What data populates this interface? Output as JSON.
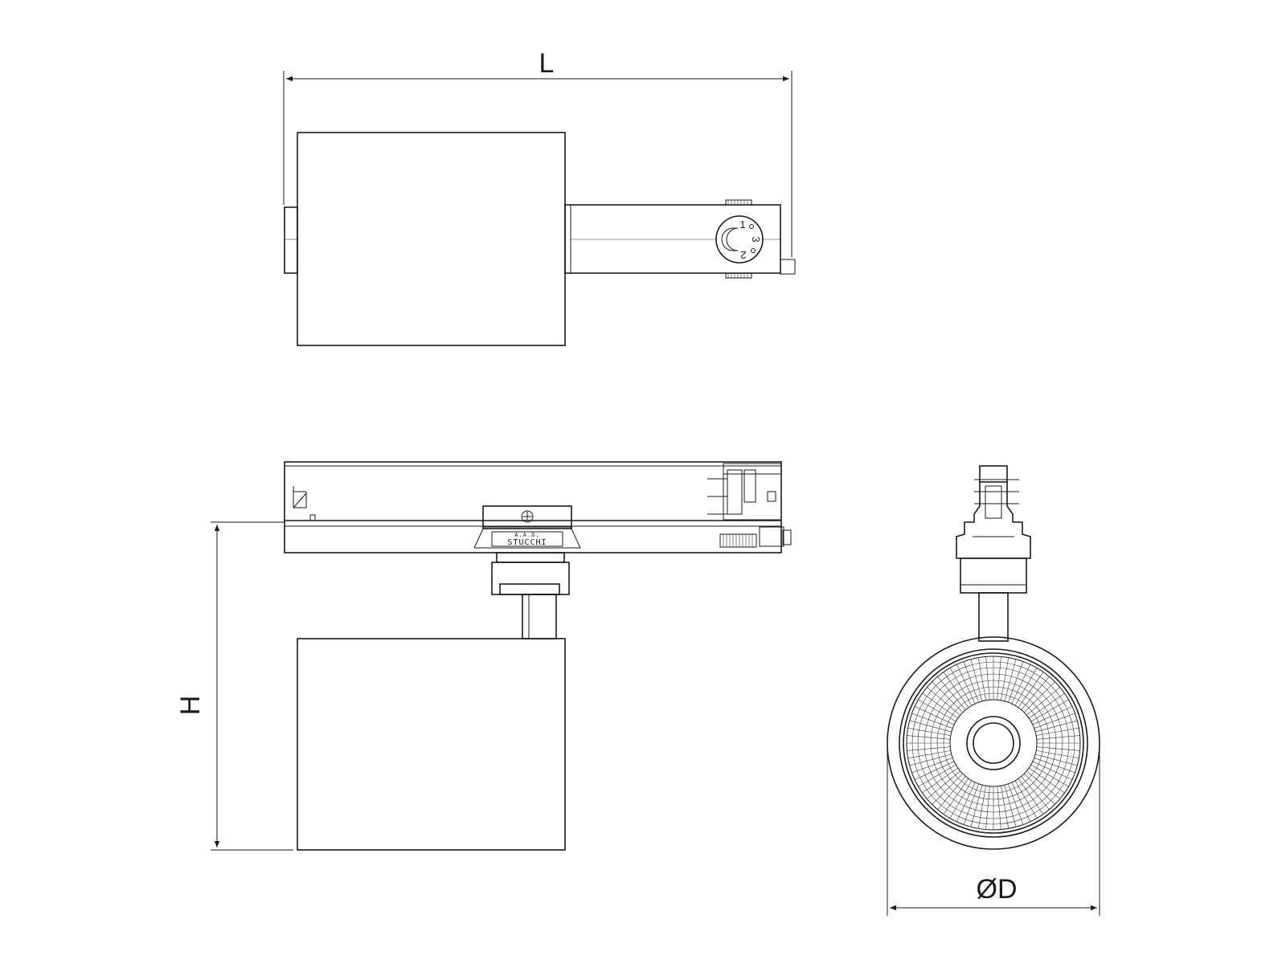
{
  "dimensions": {
    "length_label": "L",
    "height_label": "H",
    "diameter_label": "ØD"
  },
  "brand": {
    "label": "STUCCHI",
    "sub_label": "A.A.G."
  },
  "selector": {
    "positions": [
      "1",
      "3",
      "2"
    ]
  },
  "colors": {
    "line": "#1a1a1a",
    "background": "#ffffff"
  }
}
